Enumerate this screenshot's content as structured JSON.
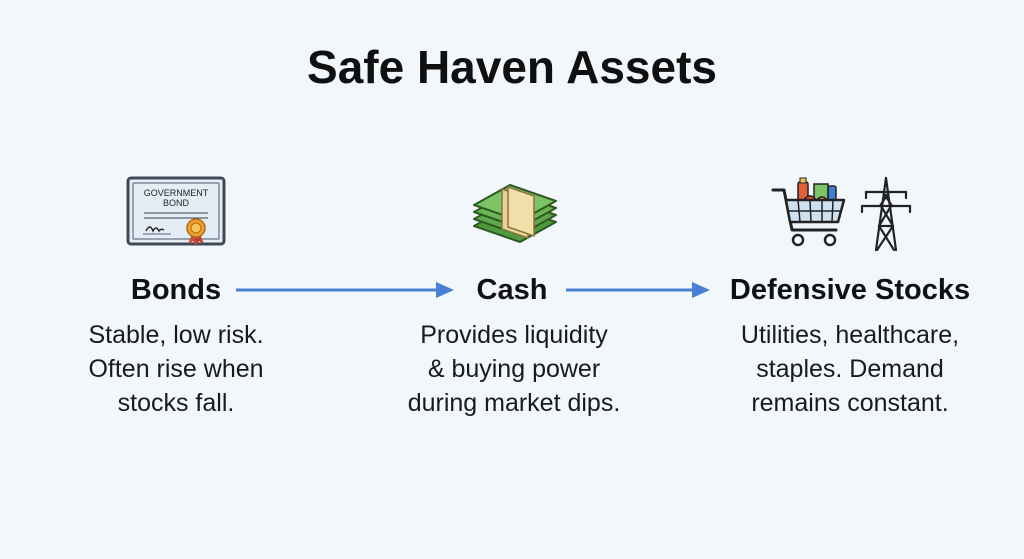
{
  "title": "Safe Haven Assets",
  "colors": {
    "background": "#f2f7fb",
    "arrow": "#4a7fd6",
    "cash_green": "#5fa84a",
    "certificate_blue": "#dfe9f3",
    "ribbon_orange": "#f0a030"
  },
  "items": [
    {
      "label": "Bonds",
      "icon": "government-bond-certificate-icon",
      "icon_text": [
        "GOVERNMENT",
        "BOND"
      ],
      "description": [
        "Stable, low risk.",
        "Often rise when",
        "stocks fall."
      ]
    },
    {
      "label": "Cash",
      "icon": "cash-stack-icon",
      "description": [
        "Provides liquidity",
        "& buying power",
        "during market dips."
      ]
    },
    {
      "label": "Defensive Stocks",
      "icon": "shopping-cart-and-power-tower-icon",
      "description": [
        "Utilities, healthcare,",
        "staples. Demand",
        "remains constant."
      ]
    }
  ]
}
